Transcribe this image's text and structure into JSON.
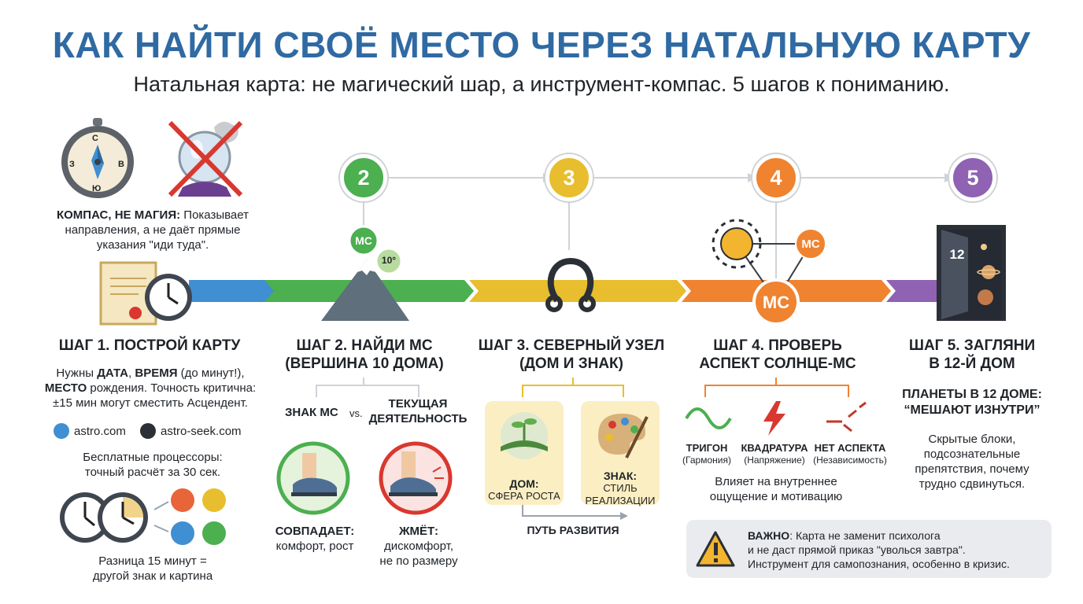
{
  "header": {
    "title": "КАК НАЙТИ СВОЁ МЕСТО ЧЕРЕЗ НАТАЛЬНУЮ КАРТУ",
    "subtitle": "Натальная карта: не магический шар, а инструмент-компас. 5 шагов к пониманию."
  },
  "intro": {
    "compass_n": "С",
    "compass_s": "Ю",
    "compass_w": "З",
    "compass_e": "В",
    "label": "КОМПАС, НЕ МАГИЯ:",
    "text1": "Показывает",
    "text2": "направления, а не даёт прямые",
    "text3": "указания \"иди туда\"."
  },
  "colors": {
    "blue": "#3f8fd2",
    "green": "#4caf50",
    "yellow": "#e8be2f",
    "orange": "#ef8330",
    "purple": "#8f62b3"
  },
  "step1": {
    "title": "ШАГ 1. ПОСТРОЙ КАРТУ",
    "t1a": "Нужны ",
    "t1b": "ДАТА",
    "t1c": ", ",
    "t1d": "ВРЕМЯ",
    "t1e": " (до минут!),",
    "t2a": "МЕСТО",
    "t2b": " рождения. Точность критична:",
    "t3": "±15 мин могут сместить Асцендент.",
    "site1": "astro.com",
    "site2": "astro-seek.com",
    "free1": "Бесплатные процессоры:",
    "free2": "точный расчёт за 30 сек.",
    "diff1": "Разница 15 минут =",
    "diff2": "другой знак и картина"
  },
  "step2": {
    "num": "2",
    "mc": "MC",
    "deg": "10°",
    "title1": "ШАГ 2. НАЙДИ MC",
    "title2": "(ВЕРШИНА 10 ДОМА)",
    "sign": "ЗНАК MC",
    "vs": "vs.",
    "cur1": "ТЕКУЩАЯ",
    "cur2": "ДЕЯТЕЛЬНОСТЬ",
    "match": "СОВПАДАЕТ:",
    "match_desc": "комфорт, рост",
    "tight": "ЖМЁТ:",
    "tight_desc1": "дискомфорт,",
    "tight_desc2": "не по размеру"
  },
  "step3": {
    "num": "3",
    "title1": "ШАГ 3. СЕВЕРНЫЙ УЗЕЛ",
    "title2": "(ДОМ И ЗНАК)",
    "house": "ДОМ:",
    "house_desc": "СФЕРА РОСТА",
    "sign": "ЗНАК:",
    "sign_desc1": "СТИЛЬ",
    "sign_desc2": "РЕАЛИЗАЦИИ",
    "path": "ПУТЬ РАЗВИТИЯ"
  },
  "step4": {
    "num": "4",
    "mc": "MC",
    "title1": "ШАГ 4. ПРОВЕРЬ",
    "title2": "АСПЕКТ СОЛНЦЕ-MC",
    "trine": "ТРИГОН",
    "trine_sub": "(Гармония)",
    "square": "КВАДРАТУРА",
    "square_sub": "(Напряжение)",
    "none": "НЕТ АСПЕКТА",
    "none_sub": "(Независимость)",
    "desc1": "Влияет на внутреннее",
    "desc2": "ощущение и мотивацию"
  },
  "step5": {
    "num": "5",
    "door": "12",
    "title1": "ШАГ 5. ЗАГЛЯНИ",
    "title2": "В 12-Й ДОМ",
    "sub1": "ПЛАНЕТЫ В 12 ДОМЕ:",
    "sub2": "“МЕШАЮТ ИЗНУТРИ”",
    "d1": "Скрытые блоки,",
    "d2": "подсознательные",
    "d3": "препятствия, почему",
    "d4": "трудно сдвинуться."
  },
  "note": {
    "label": "ВАЖНО",
    "l1": ": Карта не заменит психолога",
    "l2": "и не даст прямой приказ \"уволься завтра\".",
    "l3": "Инструмент для самопознания, особенно в кризис."
  }
}
